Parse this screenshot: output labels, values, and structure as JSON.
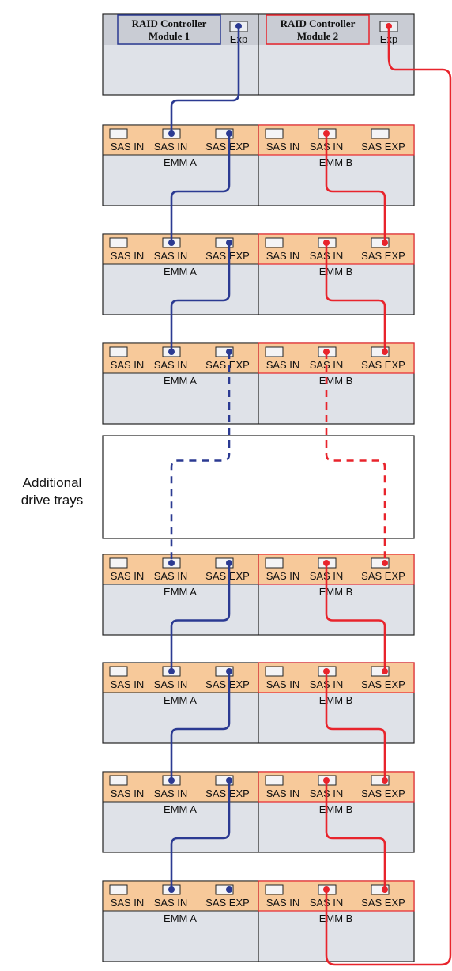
{
  "controllers": {
    "module1_label": [
      "RAID Controller",
      "Module 1"
    ],
    "module2_label": [
      "RAID Controller",
      "Module 2"
    ],
    "exp_label": "Exp"
  },
  "tray": {
    "port_labels": [
      "SAS IN",
      "SAS IN",
      "SAS EXP"
    ],
    "emm_a": "EMM A",
    "emm_b": "EMM B"
  },
  "additional_trays_label": [
    "Additional",
    "drive trays"
  ],
  "tray_count_above_gap": 3,
  "tray_count_below_gap": 4,
  "colors": {
    "emm_a_cable": "#2b3a92",
    "emm_b_cable": "#e8242c",
    "emm_strip": "#f7c99a",
    "shelf_fill": "#dfe2e8",
    "controller_fill": "#c9ccd4"
  }
}
